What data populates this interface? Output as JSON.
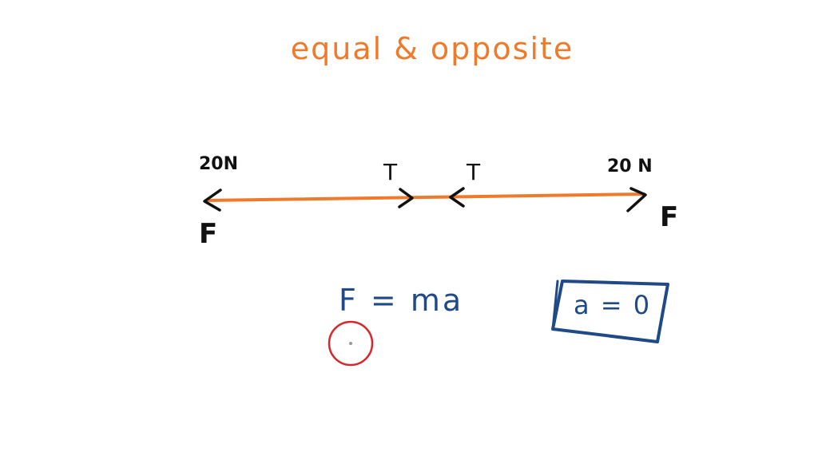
{
  "title": "equal & opposite",
  "diagram": {
    "left_force": "20N",
    "right_force": "20 N",
    "left_tension": "T",
    "right_tension": "T",
    "left_label": "F",
    "right_label": "F"
  },
  "equation": "F = ma",
  "boxed_result": "a = 0",
  "colors": {
    "title": "#F07A2C",
    "rope": "#F07A2C",
    "ink_black": "#111111",
    "ink_blue": "#1F4A86",
    "cursor": "#D8262A"
  },
  "cursor_icon": "cursor-highlight-circle-icon"
}
